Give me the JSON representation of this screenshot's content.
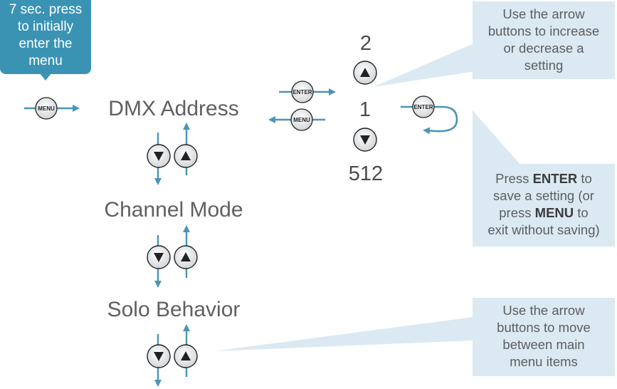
{
  "start_callout": {
    "lines": [
      "7 sec. press",
      "to initially",
      "enter the",
      "menu"
    ]
  },
  "buttons": {
    "menu_label": "MENU",
    "enter_label": "ENTER"
  },
  "menu_items": [
    "DMX Address",
    "Channel Mode",
    "Solo Behavior"
  ],
  "setting_values": {
    "top": "2",
    "current": "1",
    "bottom": "512"
  },
  "callouts": {
    "arrows_setting": {
      "lines": [
        "Use the arrow",
        "buttons to increase",
        "or decrease a",
        "setting"
      ]
    },
    "enter_save": {
      "line1_pre": "Press ",
      "line1_bold": "ENTER",
      "line1_post": " to",
      "line2": "save a setting (or",
      "line3_pre": "press ",
      "line3_bold": "MENU",
      "line3_post": " to",
      "line4": "exit without saving)"
    },
    "arrows_menu": {
      "lines": [
        "Use the arrow",
        "buttons to move",
        "between main",
        "menu items"
      ]
    }
  },
  "colors": {
    "accent_blue": "#4a95b5",
    "callout_bg": "#dbe9f2",
    "start_callout_bg": "#3b93b4",
    "button_fill": "#cfd1d3"
  }
}
